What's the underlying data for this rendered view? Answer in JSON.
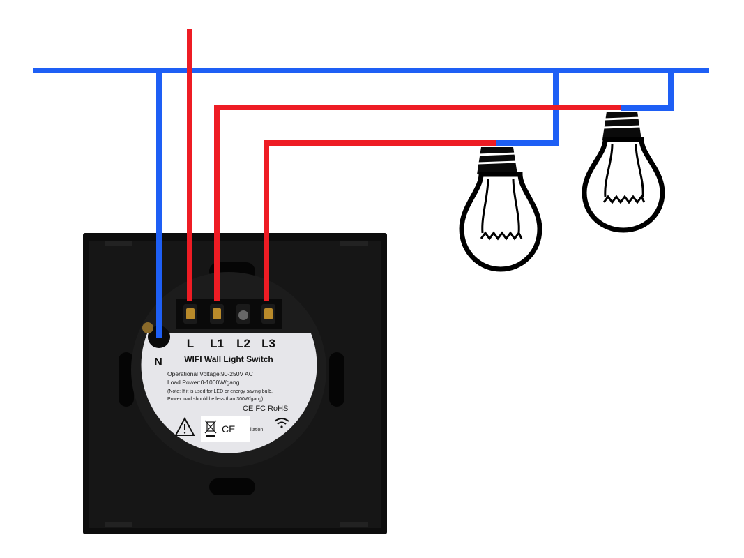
{
  "terminals": [
    "L",
    "L1",
    "L2",
    "L3"
  ],
  "neutral_label": "N",
  "product_title": "WIFI Wall Light Switch",
  "spec_lines": [
    "Operational Voltage:90-250V AC",
    "Load Power:0-1000W/gang",
    "(Note: If it is used for LED or energy saving bulb,",
    "Power load should be less than 300W/gang)"
  ],
  "cert_marks": "CE FC RoHS",
  "ce_mark": "CE",
  "partial_text": "llation",
  "colors": {
    "neutral_wire": "#1e5ff5",
    "live_wire": "#ee1c24",
    "switch_body": "#121212",
    "sticker": "#e6e6ea"
  }
}
